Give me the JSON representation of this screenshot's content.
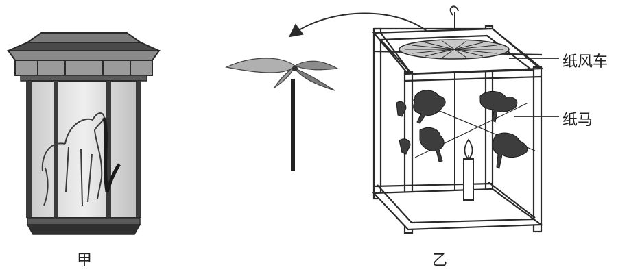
{
  "labels": {
    "pinwheel": "纸风车",
    "paper_horse": "纸马",
    "caption_a": "甲",
    "caption_b": "乙"
  },
  "colors": {
    "ink": "#2a2a2a",
    "lantern_body": "#e2e2e2",
    "lantern_dark": "#555555",
    "vane": "#9a9a9a",
    "flame": "#ffffff"
  },
  "icons": [
    "lantern-illustration",
    "pinwheel-vane-illustration",
    "horse-lantern-frame-illustration",
    "curved-arrow",
    "candle-icon",
    "paper-horse-icon"
  ]
}
